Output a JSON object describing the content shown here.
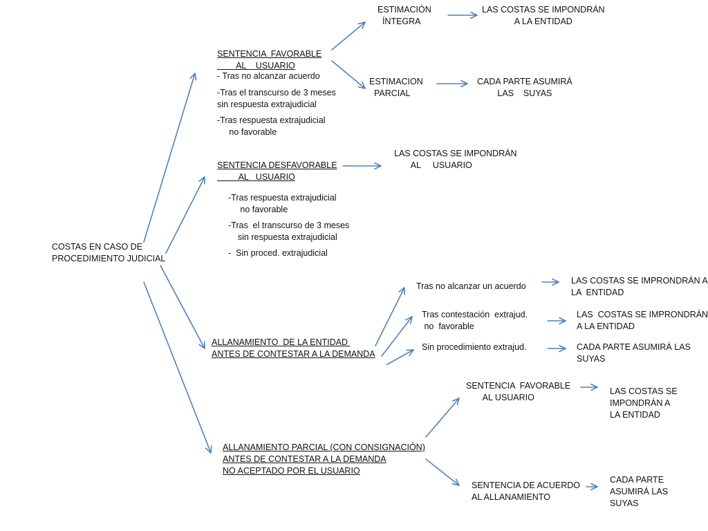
{
  "colors": {
    "arrow": "#4F81BD",
    "text": "#111111",
    "background": "#ffffff"
  },
  "root": "COSTAS EN CASO DE\nPROCEDIMIENTO JUDICIAL",
  "favorable": {
    "title": "SENTENCIA  FAVORABLE\n        AL    USUARIO",
    "reason_1": "- Tras no alcanzar acuerdo",
    "reason_2": "-Tras el transcurso de 3 meses\nsin respuesta extrajudicial",
    "reason_3": "-Tras respuesta extrajudicial\n     no favorable",
    "integra": "ESTIMACIÓN\n  ÍNTEGRA",
    "integra_result": "LAS COSTAS SE IMPONDRÁN\nA LA ENTIDAD",
    "parcial": "ESTIMACION\n  PARCIAL",
    "parcial_result": "CADA PARTE ASUMIRÁ\nLAS    SUYAS"
  },
  "desfavorable": {
    "title": "SENTENCIA DESFAVORABLE\n         AL   USUARIO",
    "result": "LAS COSTAS SE IMPONDRÁN\n       AL     USUARIO",
    "reason_1": "-Tras respuesta extrajudicial\n     no favorable",
    "reason_2": "-Tras  el transcurso de 3 meses\n    sin respuesta extrajudicial",
    "reason_3": "-  Sin proced. extrajudicial"
  },
  "allanamiento": {
    "title": "ALLANAMIENTO  DE LA ENTIDAD \nANTES DE CONTESTAR A LA DEMANDA",
    "case_1": "Tras no alcanzar un acuerdo",
    "case_1_result": "LAS COSTAS SE IMPRONDRÁN A\nLA  ENTIDAD",
    "case_2": "Tras contestación  extrajud.\n no  favorable",
    "case_2_result": "LAS  COSTAS SE IMPRONDRÁN\nA LA ENTIDAD",
    "case_3": "Sin procedimiento extrajud.",
    "case_3_result": "CADA PARTE ASUMIRÁ LAS\nSUYAS"
  },
  "parcial_consignacion": {
    "title": "ALLANAMIENTO PARCIAL (CON CONSIGNACIÓN)\nANTES DE CONTESTAR A LA DEMANDA\nNO ACEPTADO POR EL USUARIO",
    "favorable": "SENTENCIA  FAVORABLE\n       AL USUARIO",
    "favorable_result": "LAS COSTAS SE\nIMPONDRÁN A\nLA ENTIDAD",
    "acuerdo": "SENTENCIA DE ACUERDO\nAL ALLANAMIENTO",
    "acuerdo_result": "CADA PARTE\nASUMIRÁ LAS\nSUYAS"
  }
}
